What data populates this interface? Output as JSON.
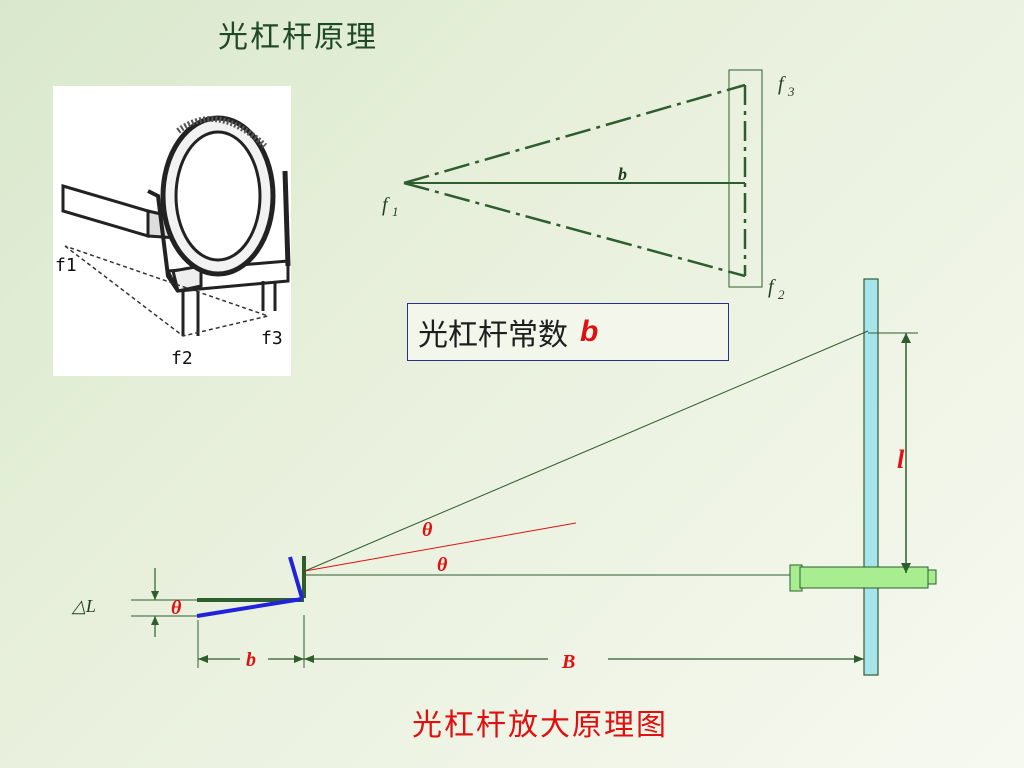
{
  "title": "光杠杆原理",
  "photo": {
    "f1": "f1",
    "f2": "f2",
    "f3": "f3"
  },
  "top_diagram": {
    "f1": "f",
    "f1_sub": "1",
    "f2": "f",
    "f2_sub": "2",
    "f3": "f",
    "f3_sub": "3",
    "b": "b"
  },
  "constant_box": {
    "text": "光杠杆常数",
    "symbol": "b"
  },
  "main_diagram": {
    "l": "l",
    "theta_1": "θ",
    "theta_2": "θ",
    "theta_3": "θ",
    "delta_L": "△L",
    "b": "b",
    "B": "B"
  },
  "caption": "光杠杆放大原理图",
  "colors": {
    "title": "#1f4a25",
    "dark_green_lines": "#2e5e2e",
    "red": "#e01010",
    "blue_mirror": "#2222dd",
    "scale_fill": "#a8e4ec",
    "telescope_fill": "#a8ee90"
  }
}
